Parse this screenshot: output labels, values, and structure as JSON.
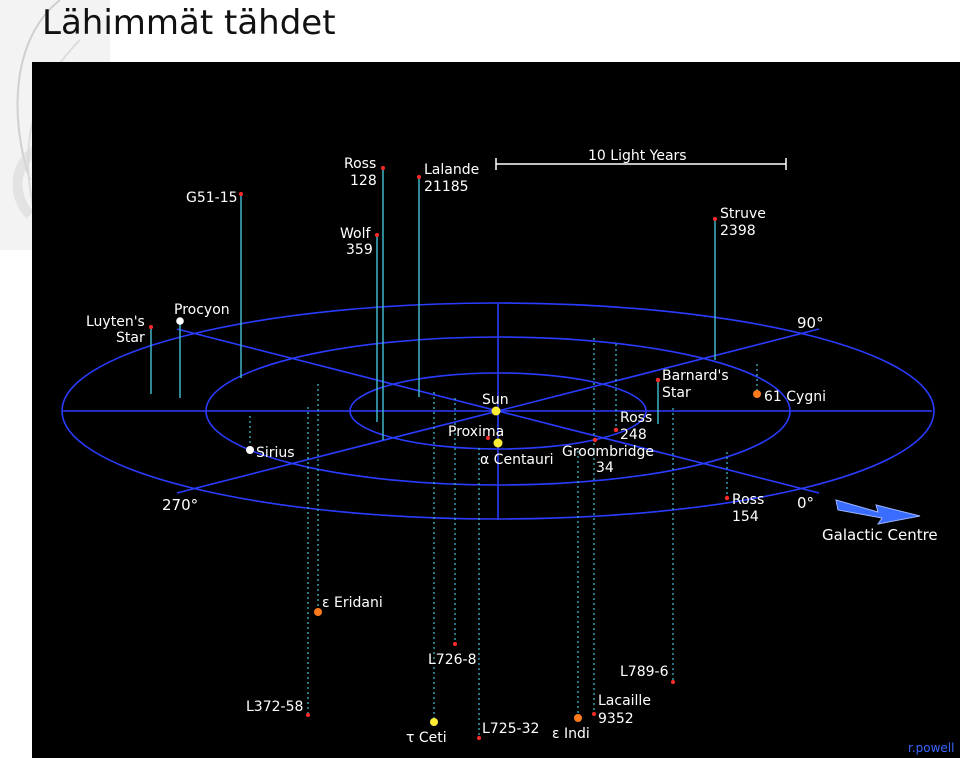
{
  "slide": {
    "title": "Lähimmät tähdet"
  },
  "diagram": {
    "scale_label": "10 Light Years",
    "credit": "r.powell",
    "angles": {
      "deg0": "0°",
      "deg90": "90°",
      "deg270": "270°"
    },
    "galactic_centre": "Galactic Centre",
    "stars": {
      "sun": "Sun",
      "proxima": "Proxima",
      "alpha_centauri": "α Centauri",
      "barnards_1": "Barnard's",
      "barnards_2": "Star",
      "cygni": "61 Cygni",
      "ross248_1": "Ross",
      "ross248_2": "248",
      "groombridge_1": "Groombridge",
      "groombridge_2": "34",
      "ross154_1": "Ross",
      "ross154_2": "154",
      "sirius": "Sirius",
      "procyon": "Procyon",
      "luyten_1": "Luyten's",
      "luyten_2": "Star",
      "g51": "G51-15",
      "ross128_1": "Ross",
      "ross128_2": "128",
      "lalande_1": "Lalande",
      "lalande_2": "21185",
      "wolf_1": "Wolf",
      "wolf_2": "359",
      "struve_1": "Struve",
      "struve_2": "2398",
      "eps_eridani": "ε Eridani",
      "l726": "L726-8",
      "l372": "L372-58",
      "tau_ceti": "τ Ceti",
      "l725": "L725-32",
      "eps_indi": "ε Indi",
      "lacaille_1": "Lacaille",
      "lacaille_2": "9352",
      "l789": "L789-6"
    }
  },
  "colors": {
    "grid": "#2a3cff",
    "stem": "#3fb4c8",
    "red_star": "#ff2a2a",
    "yellow_star": "#ffee33",
    "orange_star": "#ff7a1a",
    "white_star": "#ffffff",
    "arrow": "#3a6cff"
  }
}
